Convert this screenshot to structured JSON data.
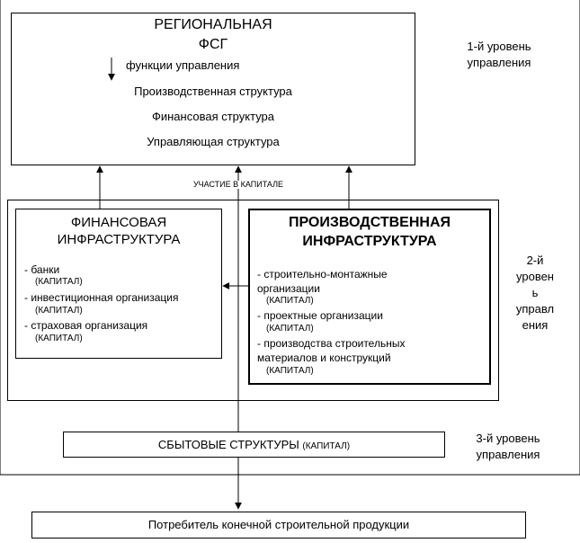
{
  "regional": {
    "title1": "РЕГИОНАЛЬНАЯ",
    "title2": "ФСГ",
    "functions": "функции управления",
    "structures": [
      "Производственная структура",
      "Финансовая структура",
      "Управляющая структура"
    ]
  },
  "levels": {
    "l1_a": "1-й уровень",
    "l1_b": "управления",
    "l2_a": "2-й",
    "l2_b": "уровен",
    "l2_c": "ь",
    "l2_d": "управл",
    "l2_e": "ения",
    "l3_a": "3-й уровень",
    "l3_b": "управления"
  },
  "participation": "УЧАСТИЕ В КАПИТАЛЕ",
  "financial": {
    "title1": "ФИНАНСОВАЯ",
    "title2": "ИНФРАСТРУКТУРА",
    "items": [
      {
        "name": "-  банки",
        "tag": "(КАПИТАЛ)"
      },
      {
        "name": "- инвестиционная организация",
        "tag": "(КАПИТАЛ)"
      },
      {
        "name": "- страховая организация",
        "tag": "(КАПИТАЛ)"
      }
    ]
  },
  "production": {
    "title1": "ПРОИЗВОДСТВЕННАЯ",
    "title2": "ИНФРАСТРУКТУРА",
    "items": [
      {
        "line1": "- строительно-монтажные",
        "line2": "организации",
        "tag": "(КАПИТАЛ)"
      },
      {
        "line1": "- проектные организации",
        "tag": "(КАПИТАЛ)"
      },
      {
        "line1": "- производства строительных",
        "line2": "материалов и конструкций",
        "tag": "(КАПИТАЛ)"
      }
    ]
  },
  "sales": {
    "label": "СБЫТОВЫЕ СТРУКТУРЫ",
    "tag": "(КАПИТАЛ)"
  },
  "consumer": "Потребитель конечной строительной продукции"
}
